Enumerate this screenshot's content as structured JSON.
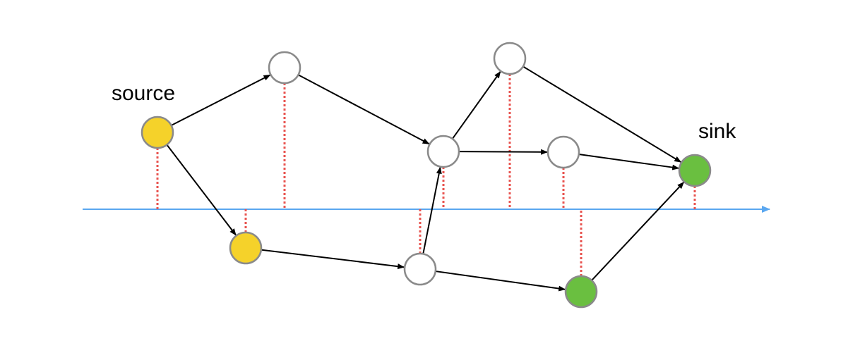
{
  "labels": {
    "source": "source",
    "sink": "sink"
  },
  "colors": {
    "axis": "#5aa7f0",
    "projection": "#e8534f",
    "edge": "#000000",
    "node_stroke": "#8a8a8a",
    "empty_fill": "#ffffff",
    "source_fill": "#f5d22a",
    "sink_fill": "#6abf40"
  },
  "nodes": [
    {
      "id": "s1",
      "kind": "source"
    },
    {
      "id": "s2",
      "kind": "source"
    },
    {
      "id": "a",
      "kind": "empty"
    },
    {
      "id": "b",
      "kind": "empty"
    },
    {
      "id": "c",
      "kind": "empty"
    },
    {
      "id": "d",
      "kind": "empty"
    },
    {
      "id": "e",
      "kind": "empty"
    },
    {
      "id": "f",
      "kind": "empty"
    },
    {
      "id": "t1",
      "kind": "sink"
    },
    {
      "id": "t2",
      "kind": "sink"
    }
  ],
  "edges": [
    {
      "from": "s1",
      "to": "a"
    },
    {
      "from": "s1",
      "to": "s2"
    },
    {
      "from": "a",
      "to": "c"
    },
    {
      "from": "s2",
      "to": "b"
    },
    {
      "from": "b",
      "to": "c"
    },
    {
      "from": "b",
      "to": "t2"
    },
    {
      "from": "c",
      "to": "d"
    },
    {
      "from": "c",
      "to": "e"
    },
    {
      "from": "d",
      "to": "t1"
    },
    {
      "from": "e",
      "to": "t1"
    },
    {
      "from": "t2",
      "to": "t1"
    }
  ]
}
